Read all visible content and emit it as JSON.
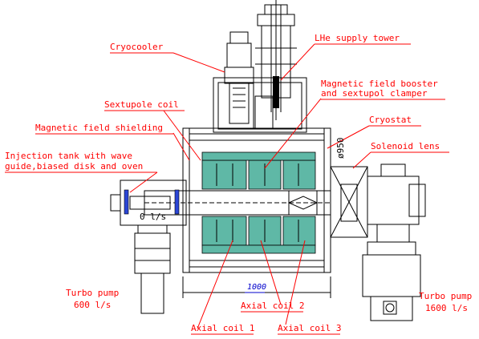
{
  "labels": {
    "cryocooler": "Cryocooler",
    "lhe_tower": "LHe supply tower",
    "booster_line1": "Magnetic field booster",
    "booster_line2": "and sextupol clamper",
    "sextupole_coil": "Sextupole coil",
    "cryostat": "Cryostat",
    "shielding": "Magnetic field shielding",
    "solenoid_lens": "Solenoid lens",
    "injection_line1": "Injection tank with wave",
    "injection_line2": "guide,biased disk and oven",
    "diameter": "ø950",
    "pump_small": "0 l/s",
    "turbo_left_line1": "Turbo pump",
    "turbo_left_line2": "600 l/s",
    "turbo_right_line1": "Turbo pump",
    "turbo_right_line2": "1600 l/s",
    "dimension": "1000",
    "axial_coil_1": "Axial coil 1",
    "axial_coil_2": "Axial coil 2",
    "axial_coil_3": "Axial coil 3"
  },
  "colors": {
    "label_red": "#ff0000",
    "coil_green": "#5fb8a6",
    "structure_black": "#000000",
    "dimension_blue": "#0000cc"
  }
}
